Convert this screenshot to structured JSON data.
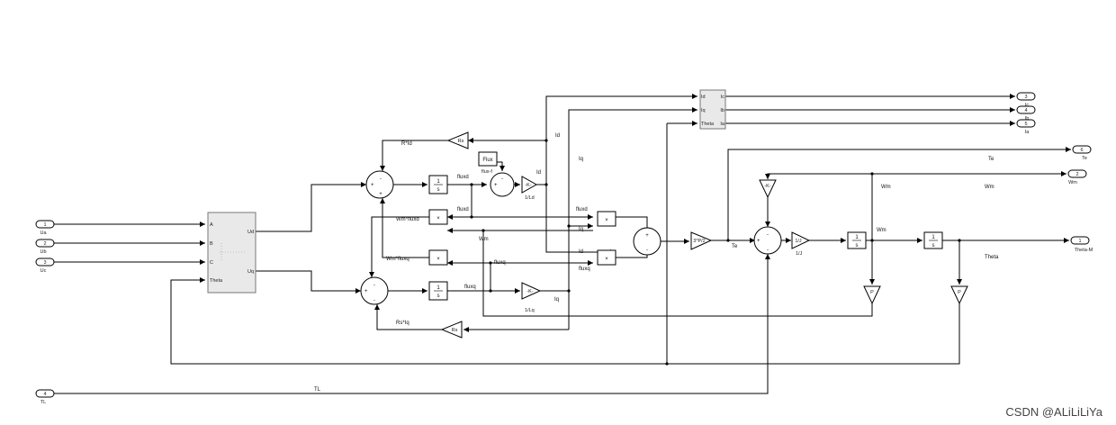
{
  "inports": [
    {
      "num": "1",
      "name": "Ua"
    },
    {
      "num": "2",
      "name": "Ub"
    },
    {
      "num": "3",
      "name": "Uc"
    },
    {
      "num": "4",
      "name": "TL"
    }
  ],
  "outports": [
    {
      "num": "3",
      "name": "Ic"
    },
    {
      "num": "4",
      "name": "Ib"
    },
    {
      "num": "5",
      "name": "Ia"
    },
    {
      "num": "6",
      "name": "Te"
    },
    {
      "num": "2",
      "name": "Wm"
    },
    {
      "num": "1",
      "name": "Theta-M"
    }
  ],
  "park": {
    "in_ports": [
      "A",
      "B",
      "C",
      "Theta"
    ],
    "out_ports": [
      "Ud",
      "Uq"
    ]
  },
  "invpark": {
    "in_ports": [
      "Id",
      "Iq",
      "Theta"
    ],
    "out_ports": [
      "Ic",
      "Ib",
      "Ia"
    ]
  },
  "blocks": {
    "rs": "Rs",
    "gain_ld": "-K-",
    "gain_lq": "-K-",
    "gain_ld_label": "1/Ld",
    "gain_lq_label": "1/Lq",
    "flux": "Flux",
    "flux_label": "flux-f",
    "integ_top": "1",
    "integ_bottom": "s",
    "mul": "×",
    "torque_gain": "3*P/2",
    "inv_j": "1/J",
    "inv_j_label": "1/J",
    "damp_gain": "-K-",
    "pole": "P"
  },
  "signals": {
    "rs_id": "R*Id",
    "rs_iq": "Rs*Iq",
    "fluxd": "fluxd",
    "fluxq": "fluxq",
    "id": "Id",
    "iq": "Iq",
    "wm_fluxd": "Wm*fluxd",
    "wm_fluxq": "Wm*fluxq",
    "wm": "Wm",
    "te": "Te",
    "theta": "Theta",
    "tl": "TL"
  },
  "watermark": "CSDN @ALiLiLiYa"
}
